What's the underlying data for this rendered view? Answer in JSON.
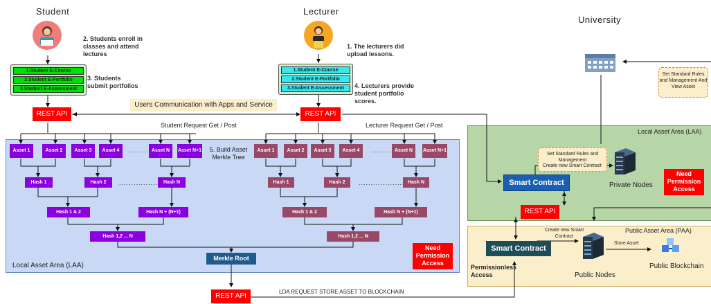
{
  "student": {
    "title": "Student",
    "menu": [
      "1.Student E-Course",
      "2.Student E-Portfolio",
      "3.Student E-Assessment"
    ],
    "note_enroll": "2. Students enroll in classes and attend lectures",
    "note_submit": "3. Students submit portfolios"
  },
  "lecturer": {
    "title": "Lecturer",
    "menu": [
      "1.Student E-Course",
      "2.Student E-Portfolio",
      "3.Student E-Assessment"
    ],
    "note_upload": "1. The lecturers did upload lessons.",
    "note_scores": "4. Lecturers provide student portfolio scores."
  },
  "university": {
    "title": "University",
    "note": "Set Standard Rules and Management And View Asset"
  },
  "communication_label": "Users Communication with Apps and Service",
  "rest_api": "REST API",
  "student_request": "Student Request Get / Post",
  "lecturer_request": "Lecturer Request Get / Post",
  "build_tree": "5. Build Asset Merkle Tree",
  "dots": "..........",
  "dots_hash": "......................",
  "student_assets": [
    "Asset 1",
    "Asset 2",
    "Asset 3",
    "Asset 4",
    "Asset N",
    "Asset N+1"
  ],
  "lecturer_assets": [
    "Asset 1",
    "Asset 2",
    "Asset 3",
    "Asset 4",
    "Asset N",
    "Asset N+1"
  ],
  "hashes": {
    "h1": "Hash 1",
    "h2": "Hash 2",
    "hn": "Hash N",
    "h12": "Hash 1 & 2",
    "hnn": "Hash N + (N+1)",
    "hall": "Hash 1,2 ... N"
  },
  "merkle_root": "Merkle Root",
  "local_area_label": "Local Asset Area (LAA)",
  "need_permission": "Need Permission Access",
  "laa_right": {
    "title": "Local Asset Area (LAA)",
    "note": "Set Standard Rules and Management",
    "create_contract": "Create new Smart Contract",
    "smart_contract": "Smart Contract",
    "nodes": "Private Nodes"
  },
  "paa": {
    "title": "Public Asset Area (PAA)",
    "create_contract": "Create new Smart Contract",
    "smart_contract": "Smart Contract",
    "store_asset": "Store Asset",
    "nodes": "Public Nodes",
    "blockchain": "Public Blockchain",
    "permissionless": "Permissionless Access"
  },
  "lda_request": "LDA REQUEST STORE ASSET TO BLOCKCHAIN",
  "colors": {
    "student_area": "#c9d9f5",
    "laa_right": "#b6d6a8",
    "paa": "#fbeecb",
    "asset_student": "#8b00e0",
    "asset_lecturer": "#9a4868",
    "merkle": "#1e5a8a",
    "rest": "#ff0000"
  },
  "icons": [
    "student-avatar-icon",
    "lecturer-avatar-icon",
    "university-building-icon",
    "server-icon",
    "blockchain-cubes-icon"
  ]
}
